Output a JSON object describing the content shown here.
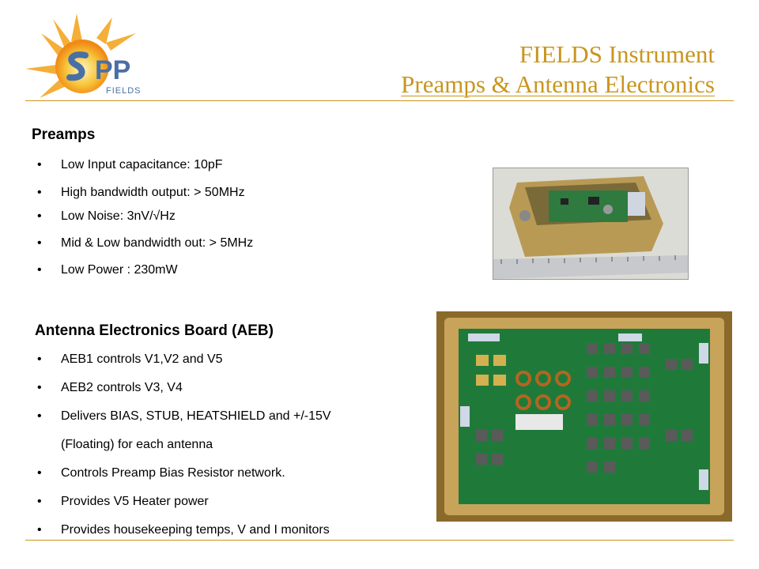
{
  "header": {
    "logo_text": "SPP FIELDS",
    "title_line1": "FIELDS Instrument",
    "title_line2": "Preamps & Antenna Electronics"
  },
  "preamps": {
    "heading": "Preamps",
    "items": [
      "Low Input capacitance: 10pF",
      "High bandwidth output: > 50MHz",
      "Low Noise: 3nV/√Hz",
      "Mid & Low bandwidth out: > 5MHz",
      "Low Power : 230mW"
    ]
  },
  "aeb": {
    "heading": "Antenna Electronics Board (AEB)",
    "items": [
      "AEB1 controls V1,V2 and V5",
      "AEB2 controls V3, V4",
      "Delivers BIAS, STUB, HEATSHIELD and +/-15V",
      "(Floating) for each antenna",
      "Controls Preamp Bias Resistor network.",
      "Provides V5 Heater power",
      "Provides housekeeping temps, V and I monitors"
    ]
  },
  "colors": {
    "accent": "#c8961e",
    "logo_blue": "#4a6fa5",
    "board_green": "#1f7a3a"
  }
}
